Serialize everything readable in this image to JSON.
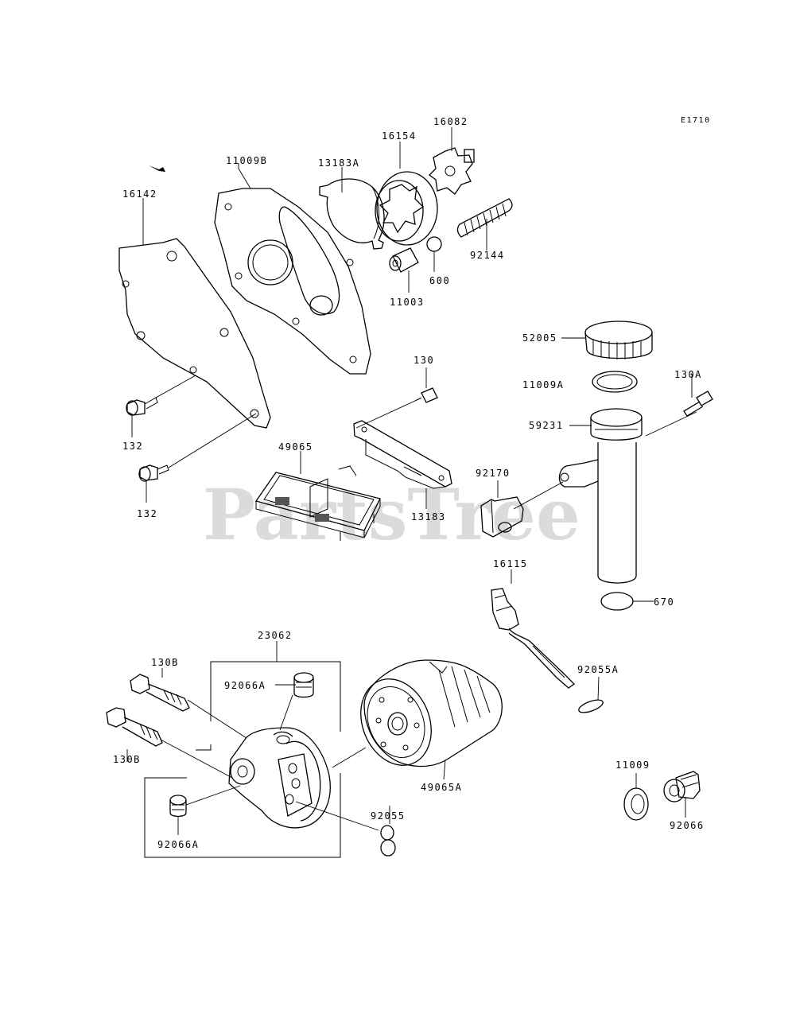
{
  "watermark": "PartsTree",
  "diagram_code": "E1710",
  "labels": {
    "p11009B": "11009B",
    "p16142": "16142",
    "p13183A": "13183A",
    "p16154": "16154",
    "p16082": "16082",
    "p92144": "92144",
    "p600": "600",
    "p11003": "11003",
    "p52005": "52005",
    "p11009A": "11009A",
    "p130A": "130A",
    "p59231": "59231",
    "p130": "130",
    "p132a": "132",
    "p132b": "132",
    "p49065": "49065",
    "p13183": "13183",
    "p92170": "92170",
    "p16115": "16115",
    "p670": "670",
    "p92055A": "92055A",
    "p23062": "23062",
    "p130Ba": "130B",
    "p130Bb": "130B",
    "p92066Aa": "92066A",
    "p92066Ab": "92066A",
    "p49065A": "49065A",
    "p92055": "92055",
    "p11009": "11009",
    "p92066": "92066"
  }
}
